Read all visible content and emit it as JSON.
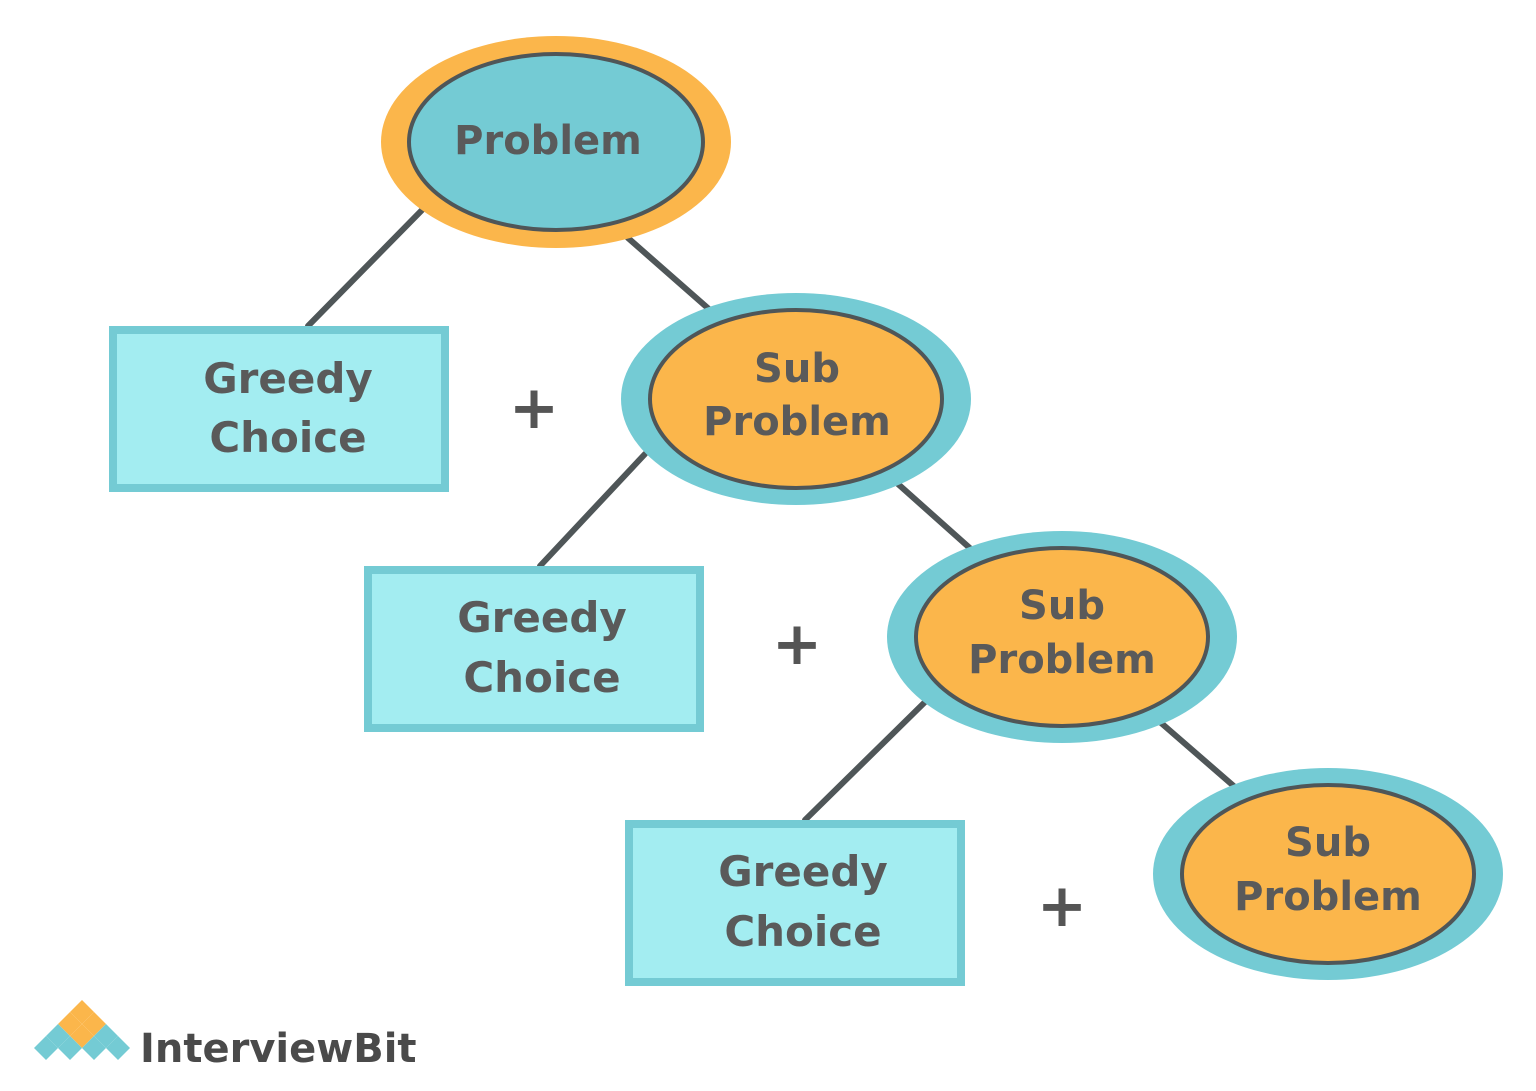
{
  "colors": {
    "teal_outer": "#74CBD4",
    "teal_fill": "#74CBD4",
    "orange_outer": "#FBB64B",
    "orange_fill": "#FBB64B",
    "box_fill": "#A3EDF1",
    "box_border": "#74CBD4",
    "outline": "#4F5658",
    "text": "#5A5A5A",
    "line": "#4F5658"
  },
  "nodes": {
    "root": {
      "label": "Problem"
    },
    "sub1": {
      "line1": "Sub",
      "line2": "Problem"
    },
    "sub2": {
      "line1": "Sub",
      "line2": "Problem"
    },
    "sub3": {
      "line1": "Sub",
      "line2": "Problem"
    },
    "greedy1": {
      "line1": "Greedy",
      "line2": "Choice"
    },
    "greedy2": {
      "line1": "Greedy",
      "line2": "Choice"
    },
    "greedy3": {
      "line1": "Greedy",
      "line2": "Choice"
    }
  },
  "operators": [
    "+",
    "+",
    "+"
  ],
  "brand": {
    "name": "InterviewBit"
  }
}
